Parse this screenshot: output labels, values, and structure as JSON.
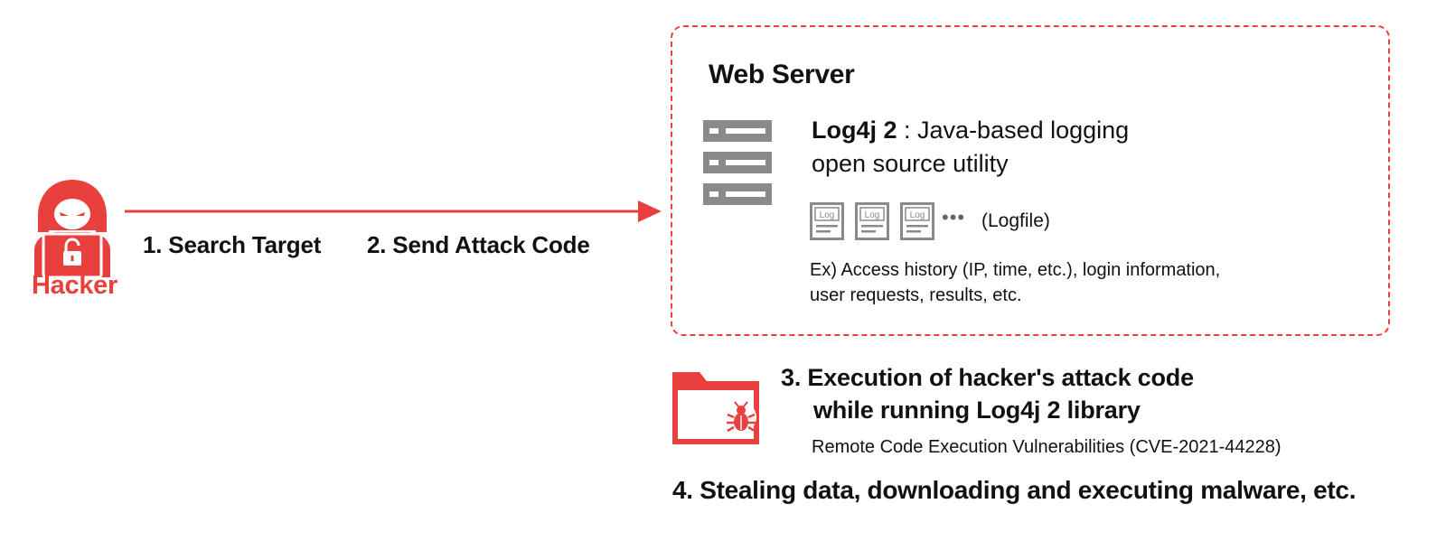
{
  "colors": {
    "accent": "#e8403c",
    "server_icon": "#8a8a8a",
    "text": "#111111"
  },
  "hacker": {
    "label": "Hacker",
    "icon": "hacker-icon",
    "lock_icon": "unlocked-padlock-icon"
  },
  "flow": {
    "step1": "1. Search Target",
    "step2": "2. Send Attack Code"
  },
  "server": {
    "title": "Web Server",
    "icon": "server-rack-icon",
    "log4j_name": "Log4j 2",
    "log4j_desc": ": Java-based logging",
    "log4j_desc_line2": "open source utility",
    "log_icon_text": "Log",
    "ellipsis": "•••",
    "logfile_label": "(Logfile)",
    "example_line1": "Ex) Access history (IP, time, etc.), login information,",
    "example_line2": "user requests, results, etc."
  },
  "step3": {
    "icon": "folder-bug-icon",
    "line1": "3. Execution of hacker's attack code",
    "line2": "while running Log4j 2 library",
    "note": "Remote Code Execution Vulnerabilities (CVE-2021-44228)"
  },
  "step4": {
    "text": "4. Stealing data, downloading and executing malware, etc."
  }
}
